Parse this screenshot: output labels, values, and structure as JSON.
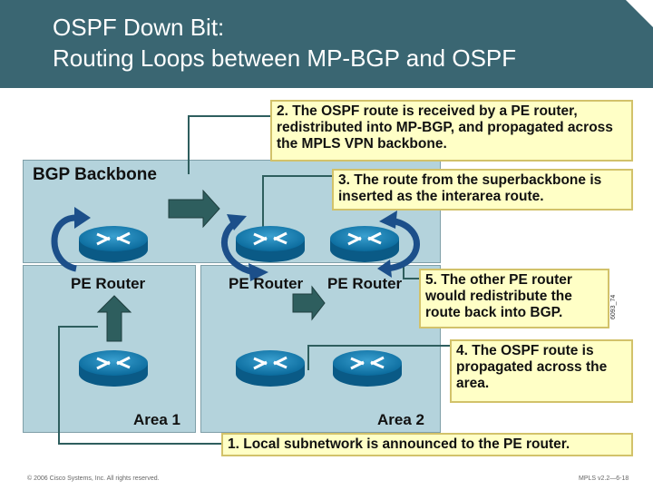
{
  "slide": {
    "title_line1": "OSPF Down Bit:",
    "title_line2": "Routing Loops between MP-BGP and OSPF"
  },
  "diagram": {
    "backbone_label": "BGP Backbone",
    "pe_router_left": "PE Router",
    "pe_router_mid": "PE Router",
    "pe_router_right": "PE Router",
    "area1_label": "Area 1",
    "area2_label": "Area 2",
    "figure_id": "6093_74"
  },
  "callouts": {
    "step1": "1. Local subnetwork is announced to the PE router.",
    "step2": "2. The OSPF route is received by a PE router, redistributed into MP-BGP, and propagated across the MPLS VPN backbone.",
    "step3": "3. The route from the superbackbone is inserted as the interarea route.",
    "step4": "4. The OSPF route is propagated across the area.",
    "step5": "5. The other PE router would redistribute the route back into BGP."
  },
  "footer": {
    "copyright": "© 2006 Cisco Systems, Inc. All rights reserved.",
    "course": "MPLS v2.2—6-18"
  },
  "colors": {
    "header": "#3a6672",
    "area_fill": "#b4d3dc",
    "router_blue": "#0a79b0",
    "loop_arrow": "#1c4f8a",
    "flow_arrow": "#2e5e5e",
    "callout_fill": "#ffffc6",
    "callout_border": "#d2c26a"
  }
}
